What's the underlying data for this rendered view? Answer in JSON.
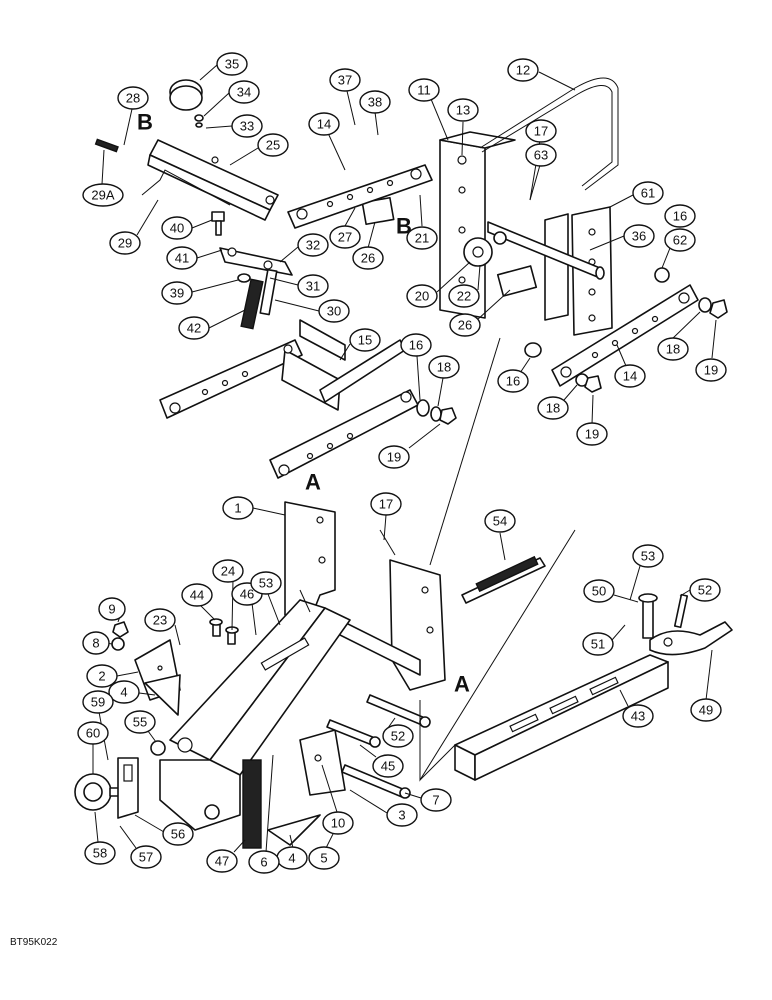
{
  "drawing_code": "BT95K022",
  "view_letters": [
    "A",
    "A",
    "B",
    "B"
  ],
  "callouts": [
    "1",
    "2",
    "3",
    "4",
    "4",
    "5",
    "6",
    "7",
    "8",
    "9",
    "10",
    "11",
    "12",
    "13",
    "14",
    "14",
    "15",
    "16",
    "16",
    "16",
    "17",
    "17",
    "18",
    "18",
    "18",
    "19",
    "19",
    "19",
    "20",
    "21",
    "22",
    "23",
    "24",
    "25",
    "26",
    "26",
    "27",
    "28",
    "29",
    "29A",
    "30",
    "31",
    "32",
    "33",
    "34",
    "35",
    "36",
    "37",
    "38",
    "39",
    "40",
    "41",
    "42",
    "43",
    "44",
    "45",
    "46",
    "47",
    "49",
    "50",
    "51",
    "52",
    "52",
    "53",
    "53",
    "54",
    "55",
    "56",
    "57",
    "58",
    "59",
    "60",
    "61",
    "62",
    "63"
  ]
}
